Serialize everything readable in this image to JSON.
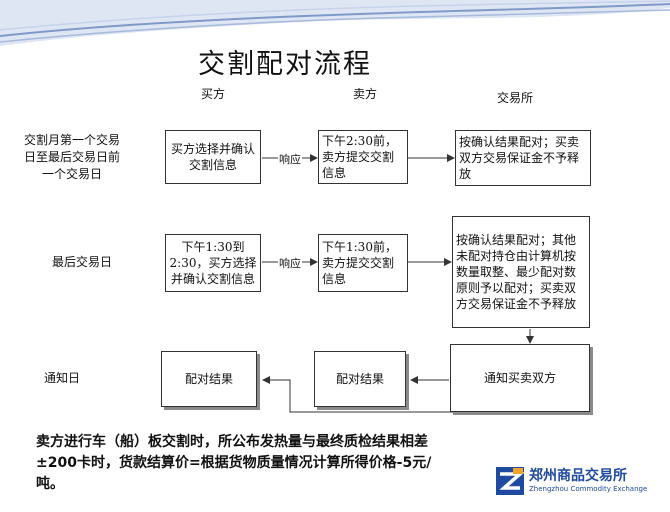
{
  "title": "交割配对流程",
  "columns": {
    "buyer": "买方",
    "seller": "卖方",
    "exchange": "交易所"
  },
  "rows": {
    "row1": "交割月第一个交易日至最后交易日前一个交易日",
    "row2": "最后交易日",
    "row3": "通知日"
  },
  "boxes": {
    "r1_buyer": "买方选择并确认交割信息",
    "r1_seller": "下午2:30前，卖方提交交割信息",
    "r1_exchange": "按确认结果配对；买卖双方交易保证金不予释放",
    "r2_buyer": "下午1:30到2:30，买方选择并确认交割信息",
    "r2_seller": "下午1:30前，卖方提交交割信息",
    "r2_exchange": "按确认结果配对；其他未配对持仓由计算机按数量取整、最少配对数原则予以配对；买卖双方交易保证金不予释放",
    "r3_buyer": "配对结果",
    "r3_seller": "配对结果",
    "r3_exchange": "通知买卖双方"
  },
  "respond_label": "响应",
  "note": "卖方进行车（船）板交割时，所公布发热量与最终质检结果相差±200卡时，货款结算价=根据货物质量情况计算所得价格-5元/吨。",
  "logo": {
    "name": "郑州商品交易所",
    "en": "Zhengzhou Commodity Exchange",
    "color": "#1e4aa0"
  },
  "colors": {
    "header_wave": "#7f9ac9",
    "header_wave_light": "#c6d3ea"
  }
}
